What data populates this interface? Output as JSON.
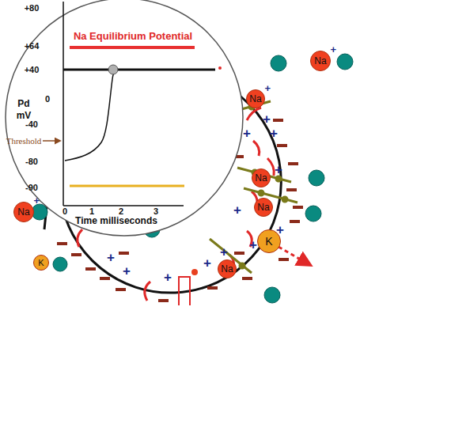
{
  "diagram": {
    "nodes": [
      {
        "text": [
          "Na",
          "+"
        ]
      },
      {
        "text": [
          "Na",
          "+"
        ]
      },
      {
        "text": [
          "Na"
        ]
      },
      {
        "text": [
          "Na"
        ]
      },
      {
        "text": [
          "Na",
          "+"
        ]
      },
      {
        "text": [
          "K"
        ]
      },
      {
        "text": [
          "Na"
        ]
      },
      {
        "text": [
          "K"
        ]
      }
    ],
    "labels": [
      "+80",
      "+64",
      "+40",
      "Pd",
      "mV",
      "0",
      "-40",
      "Threshold",
      "-80",
      "-90",
      "0",
      "1",
      "2",
      "3",
      "Time milliseconds",
      "Na Equilibrium Potential",
      "+",
      "+",
      "+",
      "+",
      "+",
      "+",
      "+",
      "+",
      "+",
      "+",
      "+",
      "+"
    ]
  }
}
